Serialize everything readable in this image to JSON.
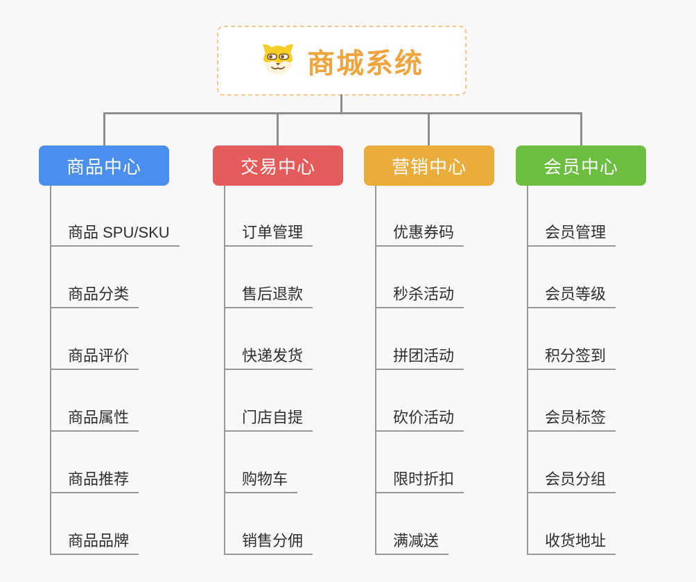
{
  "root": {
    "title": "商城系统",
    "icon": "doge-icon",
    "text_color": "#f0a43e",
    "border_color": "#f5c88a"
  },
  "connector_color": "#8c8c8c",
  "background_color": "#f8f8f8",
  "branches": [
    {
      "label": "商品中心",
      "color": "#4b8fee",
      "items": [
        "商品 SPU/SKU",
        "商品分类",
        "商品评价",
        "商品属性",
        "商品推荐",
        "商品品牌"
      ]
    },
    {
      "label": "交易中心",
      "color": "#e45b5b",
      "items": [
        "订单管理",
        "售后退款",
        "快递发货",
        "门店自提",
        "购物车",
        "销售分佣"
      ]
    },
    {
      "label": "营销中心",
      "color": "#eaac3b",
      "items": [
        "优惠券码",
        "秒杀活动",
        "拼团活动",
        "砍价活动",
        "限时折扣",
        "满减送"
      ]
    },
    {
      "label": "会员中心",
      "color": "#6cbe41",
      "items": [
        "会员管理",
        "会员等级",
        "积分签到",
        "会员标签",
        "会员分组",
        "收货地址"
      ]
    }
  ]
}
